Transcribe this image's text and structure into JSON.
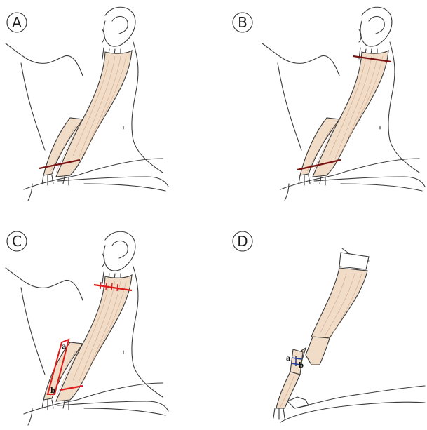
{
  "panels": [
    {
      "id": "A",
      "label": "A"
    },
    {
      "id": "B",
      "label": "B"
    },
    {
      "id": "C",
      "label": "C",
      "markers": {
        "a": "a",
        "b": "b"
      }
    },
    {
      "id": "D",
      "label": "D",
      "markers": {
        "a": "a",
        "b": "b"
      }
    }
  ],
  "colors": {
    "muscle_fill": "#f1dcc8",
    "muscle_fiber": "#c79a7a",
    "outline": "#3a3a3a",
    "cut_dark": "#7a1212",
    "cut_red": "#e01b1b",
    "suture_blue": "#1f3f9a",
    "label_circle": "#2a2a2a"
  }
}
